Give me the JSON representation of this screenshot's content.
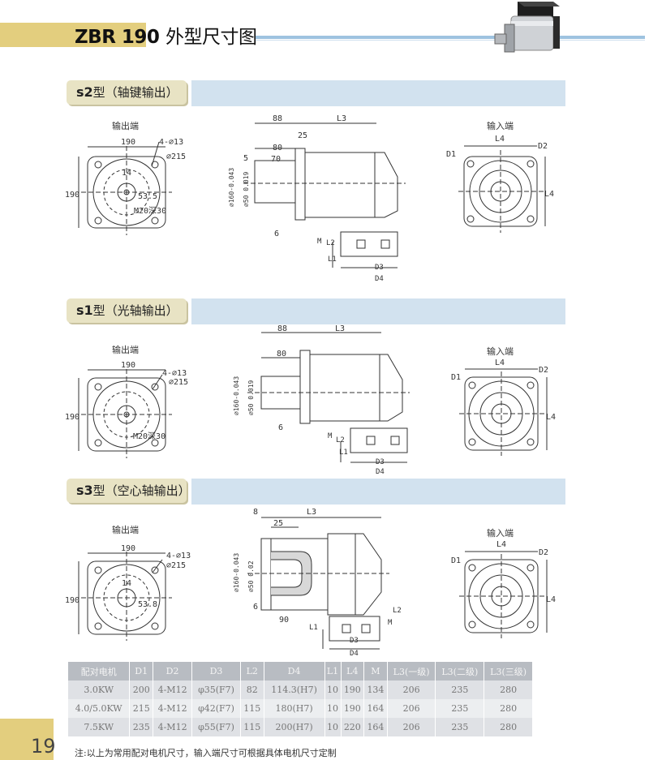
{
  "header": {
    "model": "ZBR 190",
    "title": "外型尺寸图"
  },
  "sections": [
    {
      "code": "s2",
      "label": "型（轴键输出）",
      "output_label": "输出端",
      "input_label": "输入端"
    },
    {
      "code": "s1",
      "label": "型（光轴输出）",
      "output_label": "输出端",
      "input_label": "输入端"
    },
    {
      "code": "s3",
      "label": "型（空心轴输出）",
      "output_label": "输出端",
      "input_label": "输入端"
    }
  ],
  "dims": {
    "s2": {
      "w190": "190",
      "h190": "190",
      "holes": "4-⌀13",
      "pcd": "⌀215",
      "key": "14",
      "ht": "53.5",
      "tap": "M20深30",
      "d88": "88",
      "dL3": "L3",
      "d25": "25",
      "d80": "80",
      "d70": "70",
      "d5": "5",
      "d6": "6",
      "dia160": "⌀160-0.043",
      "dia50": "⌀50 0.019",
      "M": "M",
      "L2": "L2",
      "L1": "L1",
      "D3": "D3",
      "D4": "D4",
      "L4": "L4",
      "L4v": "L4",
      "D1": "D1",
      "D2": "D2"
    },
    "s1": {
      "w190": "190",
      "h190": "190",
      "holes": "4-⌀13",
      "pcd": "⌀215",
      "tap": "M20深30",
      "d88": "88",
      "dL3": "L3",
      "d80": "80",
      "d6": "6",
      "dia160": "⌀160-0.043",
      "dia50": "⌀50 0.019",
      "M": "M",
      "L2": "L2",
      "L1": "L1",
      "D3": "D3",
      "D4": "D4",
      "L4": "L4",
      "L4v": "L4",
      "D1": "D1",
      "D2": "D2"
    },
    "s3": {
      "w190": "190",
      "h190": "190",
      "holes": "4-⌀13",
      "pcd": "⌀215",
      "key": "14",
      "ht": "53.8",
      "d8": "8",
      "dL3": "L3",
      "d25": "25",
      "d6": "6",
      "d90": "90",
      "dia160": "⌀160-0.043",
      "dia50": "⌀50 0.02",
      "M": "M",
      "L2": "L2",
      "L1": "L1",
      "D3": "D3",
      "D4": "D4",
      "L4": "L4",
      "L4v": "L4",
      "D1": "D1",
      "D2": "D2"
    }
  },
  "table": {
    "headers": [
      "配对电机",
      "D1",
      "D2",
      "D3",
      "L2",
      "D4",
      "L1",
      "L4",
      "M",
      "L3(一级)",
      "L3(二级)",
      "L3(三级)"
    ],
    "rows": [
      [
        "3.0KW",
        "200",
        "4-M12",
        "φ35(F7)",
        "82",
        "114.3(H7)",
        "10",
        "190",
        "134",
        "206",
        "235",
        "280"
      ],
      [
        "4.0/5.0KW",
        "215",
        "4-M12",
        "φ42(F7)",
        "115",
        "180(H7)",
        "10",
        "190",
        "164",
        "206",
        "235",
        "280"
      ],
      [
        "7.5KW",
        "235",
        "4-M12",
        "φ55(F7)",
        "115",
        "200(H7)",
        "10",
        "220",
        "164",
        "206",
        "235",
        "280"
      ]
    ]
  },
  "page_number": "19",
  "note": "注:以上为常用配对电机尺寸，输入端尺寸可根据具体电机尺寸定制"
}
